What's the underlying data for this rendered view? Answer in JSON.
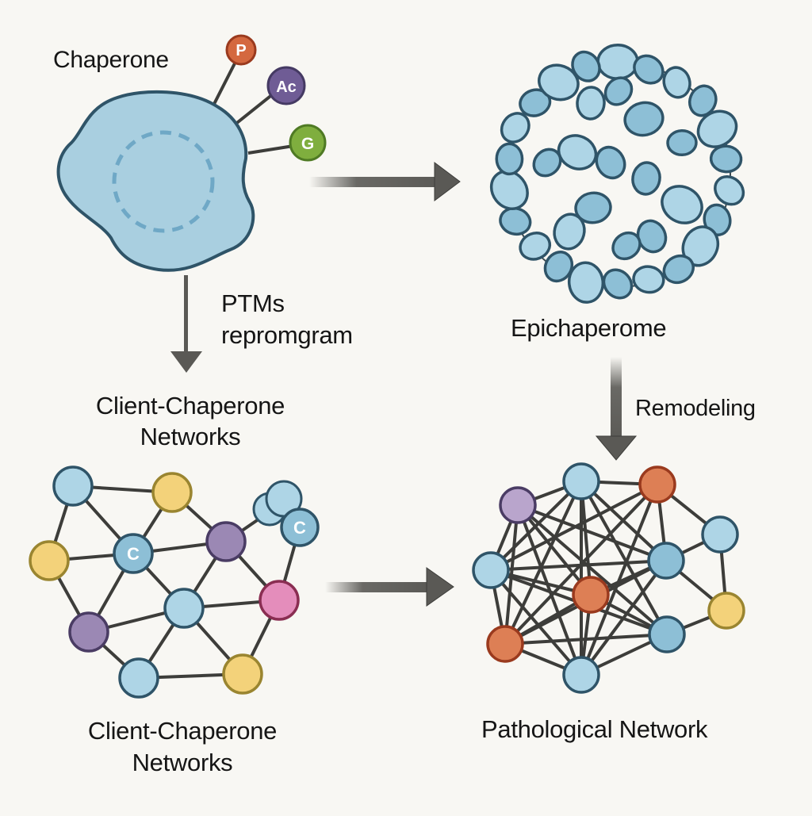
{
  "colors": {
    "background": "#f8f7f3",
    "outline": "#2f5468",
    "chaperone_fill": "#a9cfe0",
    "light_blue": "#aed5e6",
    "mid_blue": "#8dbfd6",
    "yellow": "#f3d27a",
    "yellow_stroke": "#9a8530",
    "purple": "#9b88b4",
    "purple_stroke": "#4a3c64",
    "lavender": "#b9a5cc",
    "pink": "#e48dbb",
    "pink_stroke": "#8a2e52",
    "orange": "#dd7f55",
    "orange_stroke": "#9a3a1e",
    "edge": "#3d3d3a",
    "arrow": "#5a5955",
    "ptm_phospho": "#d4683f",
    "ptm_acetyl": "#6f5c95",
    "ptm_glyco": "#7fae3e"
  },
  "labels": {
    "chaperone": "Chaperone",
    "ptm_arrow_line1": "PTMs",
    "ptm_arrow_line2": "repromgram",
    "client_network_mid_line1": "Client-Chaperone",
    "client_network_mid_line2": "Networks",
    "epichaperome": "Epichaperome",
    "remodeling": "Remodeling",
    "client_network_bottom_line1": "Client-Chaperone",
    "client_network_bottom_line2": "Networks",
    "pathological_network": "Pathological Network"
  },
  "ptm_badges": [
    {
      "name": "phosphorylation",
      "text": "P",
      "color_key": "ptm_phospho"
    },
    {
      "name": "acetylation",
      "text": "Ac",
      "color_key": "ptm_acetyl"
    },
    {
      "name": "glycosylation",
      "text": "G",
      "color_key": "ptm_glyco"
    }
  ],
  "client_network": {
    "nodes": [
      {
        "id": "n1",
        "type": "blue",
        "label": ""
      },
      {
        "id": "n2",
        "type": "yellow",
        "label": ""
      },
      {
        "id": "n3",
        "type": "yellow",
        "label": ""
      },
      {
        "id": "n4",
        "type": "chaperone",
        "label": "C"
      },
      {
        "id": "n5",
        "type": "purple",
        "label": ""
      },
      {
        "id": "n6",
        "type": "blue-cluster",
        "label": ""
      },
      {
        "id": "n7",
        "type": "chaperone",
        "label": "C"
      },
      {
        "id": "n8",
        "type": "blue",
        "label": ""
      },
      {
        "id": "n9",
        "type": "pink",
        "label": ""
      },
      {
        "id": "n10",
        "type": "purple",
        "label": ""
      },
      {
        "id": "n11",
        "type": "blue",
        "label": ""
      },
      {
        "id": "n12",
        "type": "yellow",
        "label": ""
      }
    ],
    "edges": [
      [
        "n1",
        "n2"
      ],
      [
        "n1",
        "n3"
      ],
      [
        "n1",
        "n4"
      ],
      [
        "n2",
        "n4"
      ],
      [
        "n2",
        "n5"
      ],
      [
        "n3",
        "n4"
      ],
      [
        "n3",
        "n10"
      ],
      [
        "n4",
        "n5"
      ],
      [
        "n4",
        "n8"
      ],
      [
        "n4",
        "n10"
      ],
      [
        "n5",
        "n6"
      ],
      [
        "n5",
        "n8"
      ],
      [
        "n5",
        "n9"
      ],
      [
        "n7",
        "n9"
      ],
      [
        "n8",
        "n9"
      ],
      [
        "n8",
        "n10"
      ],
      [
        "n8",
        "n11"
      ],
      [
        "n8",
        "n12"
      ],
      [
        "n10",
        "n11"
      ],
      [
        "n11",
        "n12"
      ],
      [
        "n9",
        "n12"
      ]
    ]
  },
  "pathological_network": {
    "nodes": [
      {
        "id": "p1",
        "type": "lavender"
      },
      {
        "id": "p2",
        "type": "blue"
      },
      {
        "id": "p3",
        "type": "orange"
      },
      {
        "id": "p4",
        "type": "blue"
      },
      {
        "id": "p5",
        "type": "blue"
      },
      {
        "id": "p6",
        "type": "mid-blue"
      },
      {
        "id": "p7",
        "type": "orange"
      },
      {
        "id": "p8",
        "type": "yellow"
      },
      {
        "id": "p9",
        "type": "orange"
      },
      {
        "id": "p10",
        "type": "mid-blue"
      },
      {
        "id": "p11",
        "type": "blue"
      }
    ],
    "edges": [
      [
        "p1",
        "p2"
      ],
      [
        "p1",
        "p5"
      ],
      [
        "p1",
        "p6"
      ],
      [
        "p1",
        "p7"
      ],
      [
        "p1",
        "p9"
      ],
      [
        "p1",
        "p10"
      ],
      [
        "p1",
        "p11"
      ],
      [
        "p2",
        "p3"
      ],
      [
        "p2",
        "p5"
      ],
      [
        "p2",
        "p6"
      ],
      [
        "p2",
        "p7"
      ],
      [
        "p2",
        "p9"
      ],
      [
        "p2",
        "p10"
      ],
      [
        "p2",
        "p11"
      ],
      [
        "p3",
        "p5"
      ],
      [
        "p3",
        "p6"
      ],
      [
        "p3",
        "p9"
      ],
      [
        "p3",
        "p11"
      ],
      [
        "p3",
        "p4"
      ],
      [
        "p4",
        "p6"
      ],
      [
        "p4",
        "p8"
      ],
      [
        "p5",
        "p6"
      ],
      [
        "p5",
        "p7"
      ],
      [
        "p5",
        "p9"
      ],
      [
        "p5",
        "p10"
      ],
      [
        "p5",
        "p11"
      ],
      [
        "p6",
        "p7"
      ],
      [
        "p6",
        "p8"
      ],
      [
        "p6",
        "p9"
      ],
      [
        "p6",
        "p11"
      ],
      [
        "p7",
        "p9"
      ],
      [
        "p7",
        "p10"
      ],
      [
        "p7",
        "p11"
      ],
      [
        "p8",
        "p10"
      ],
      [
        "p9",
        "p10"
      ],
      [
        "p9",
        "p11"
      ],
      [
        "p10",
        "p11"
      ]
    ]
  }
}
